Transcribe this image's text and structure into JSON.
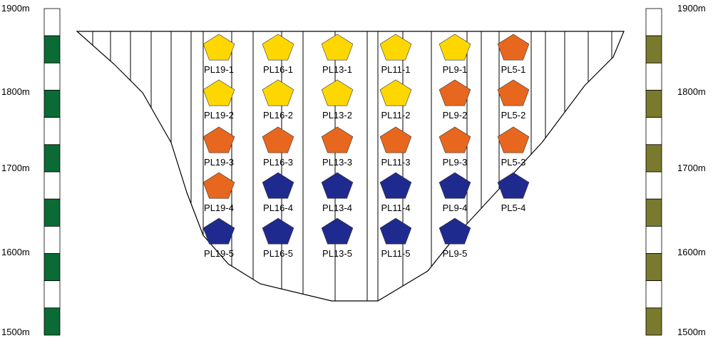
{
  "elevations": {
    "left": [
      "1900m",
      "1800m",
      "1700m",
      "1600m",
      "1500m"
    ],
    "right": [
      "1900m",
      "1800m",
      "1700m",
      "1600m",
      "1500m"
    ]
  },
  "scale_bar_colors": {
    "left": "#0b6b35",
    "right": "#7a7a2e"
  },
  "marker_colors": {
    "yellow": "#ffd700",
    "orange": "#e8671e",
    "blue": "#1f2a8f"
  },
  "columns": [
    {
      "label": "PL19",
      "markers": [
        {
          "label": "PL19-1",
          "color": "yellow"
        },
        {
          "label": "PL19-2",
          "color": "yellow"
        },
        {
          "label": "PL19-3",
          "color": "orange"
        },
        {
          "label": "PL19-4",
          "color": "orange"
        },
        {
          "label": "PL19-5",
          "color": "blue"
        }
      ]
    },
    {
      "label": "PL16",
      "markers": [
        {
          "label": "PL16-1",
          "color": "yellow"
        },
        {
          "label": "PL16-2",
          "color": "yellow"
        },
        {
          "label": "PL16-3",
          "color": "orange"
        },
        {
          "label": "PL16-4",
          "color": "blue"
        },
        {
          "label": "PL16-5",
          "color": "blue"
        }
      ]
    },
    {
      "label": "PL13",
      "markers": [
        {
          "label": "PL13-1",
          "color": "yellow"
        },
        {
          "label": "PL13-2",
          "color": "yellow"
        },
        {
          "label": "PL13-3",
          "color": "orange"
        },
        {
          "label": "PL13-4",
          "color": "blue"
        },
        {
          "label": "PL13-5",
          "color": "blue"
        }
      ]
    },
    {
      "label": "PL11",
      "markers": [
        {
          "label": "PL11-1",
          "color": "yellow"
        },
        {
          "label": "PL11-2",
          "color": "yellow"
        },
        {
          "label": "PL11-3",
          "color": "orange"
        },
        {
          "label": "PL11-4",
          "color": "blue"
        },
        {
          "label": "PL11-5",
          "color": "blue"
        }
      ]
    },
    {
      "label": "PL9",
      "markers": [
        {
          "label": "PL9-1",
          "color": "yellow"
        },
        {
          "label": "PL9-2",
          "color": "orange"
        },
        {
          "label": "PL9-3",
          "color": "orange"
        },
        {
          "label": "PL9-4",
          "color": "blue"
        },
        {
          "label": "PL9-5",
          "color": "blue"
        }
      ]
    },
    {
      "label": "PL5",
      "markers": [
        {
          "label": "PL5-1",
          "color": "orange"
        },
        {
          "label": "PL5-2",
          "color": "orange"
        },
        {
          "label": "PL5-3",
          "color": "orange"
        },
        {
          "label": "PL5-4",
          "color": "blue"
        }
      ]
    }
  ]
}
